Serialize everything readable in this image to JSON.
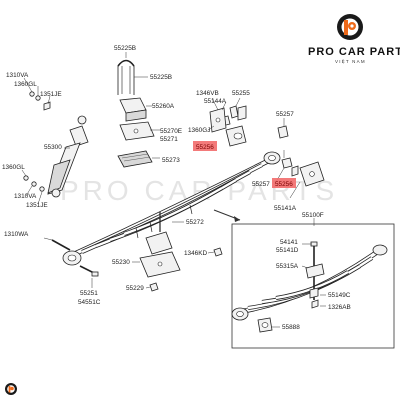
{
  "brand": {
    "name": "PRO CAR PARTS",
    "sub": "VIỆT NAM",
    "accent": "#ef6a1a",
    "dark": "#1a1a1a"
  },
  "watermark": "PRO CAR PARTS",
  "labels": {
    "l55225b_top": "55225B",
    "l55225b": "55225B",
    "l55260a": "55260A",
    "l55270e": "55270E",
    "l55271": "55271",
    "l55273": "55273",
    "l1346vb": "1346VB",
    "l55144a": "55144A",
    "l55256a": "55256",
    "l1360gj": "1360GJ",
    "l55255": "55255",
    "l55257a": "55257",
    "l55257b": "55257",
    "l55256b": "55256",
    "l55141a": "55141A",
    "l1310va_top": "1310VA",
    "l1360gl_top": "1360GL",
    "l1351je_top": "1351JE",
    "l55300": "55300",
    "l1360gl_bot": "1360GL",
    "l1310va_bot": "1310VA",
    "l1351je_bot": "1351JE",
    "l1310wa": "1310WA",
    "l55272": "55272",
    "l1346kd": "1346KD",
    "l55230": "55230",
    "l55229": "55229",
    "l55251": "55251",
    "l54551c": "54551C",
    "l55100f": "55100F",
    "l54141": "54141",
    "l55141d": "55141D",
    "l55315a": "55315A",
    "l55149c": "55149C",
    "l1326ab": "1326AB",
    "l55888": "55888"
  }
}
